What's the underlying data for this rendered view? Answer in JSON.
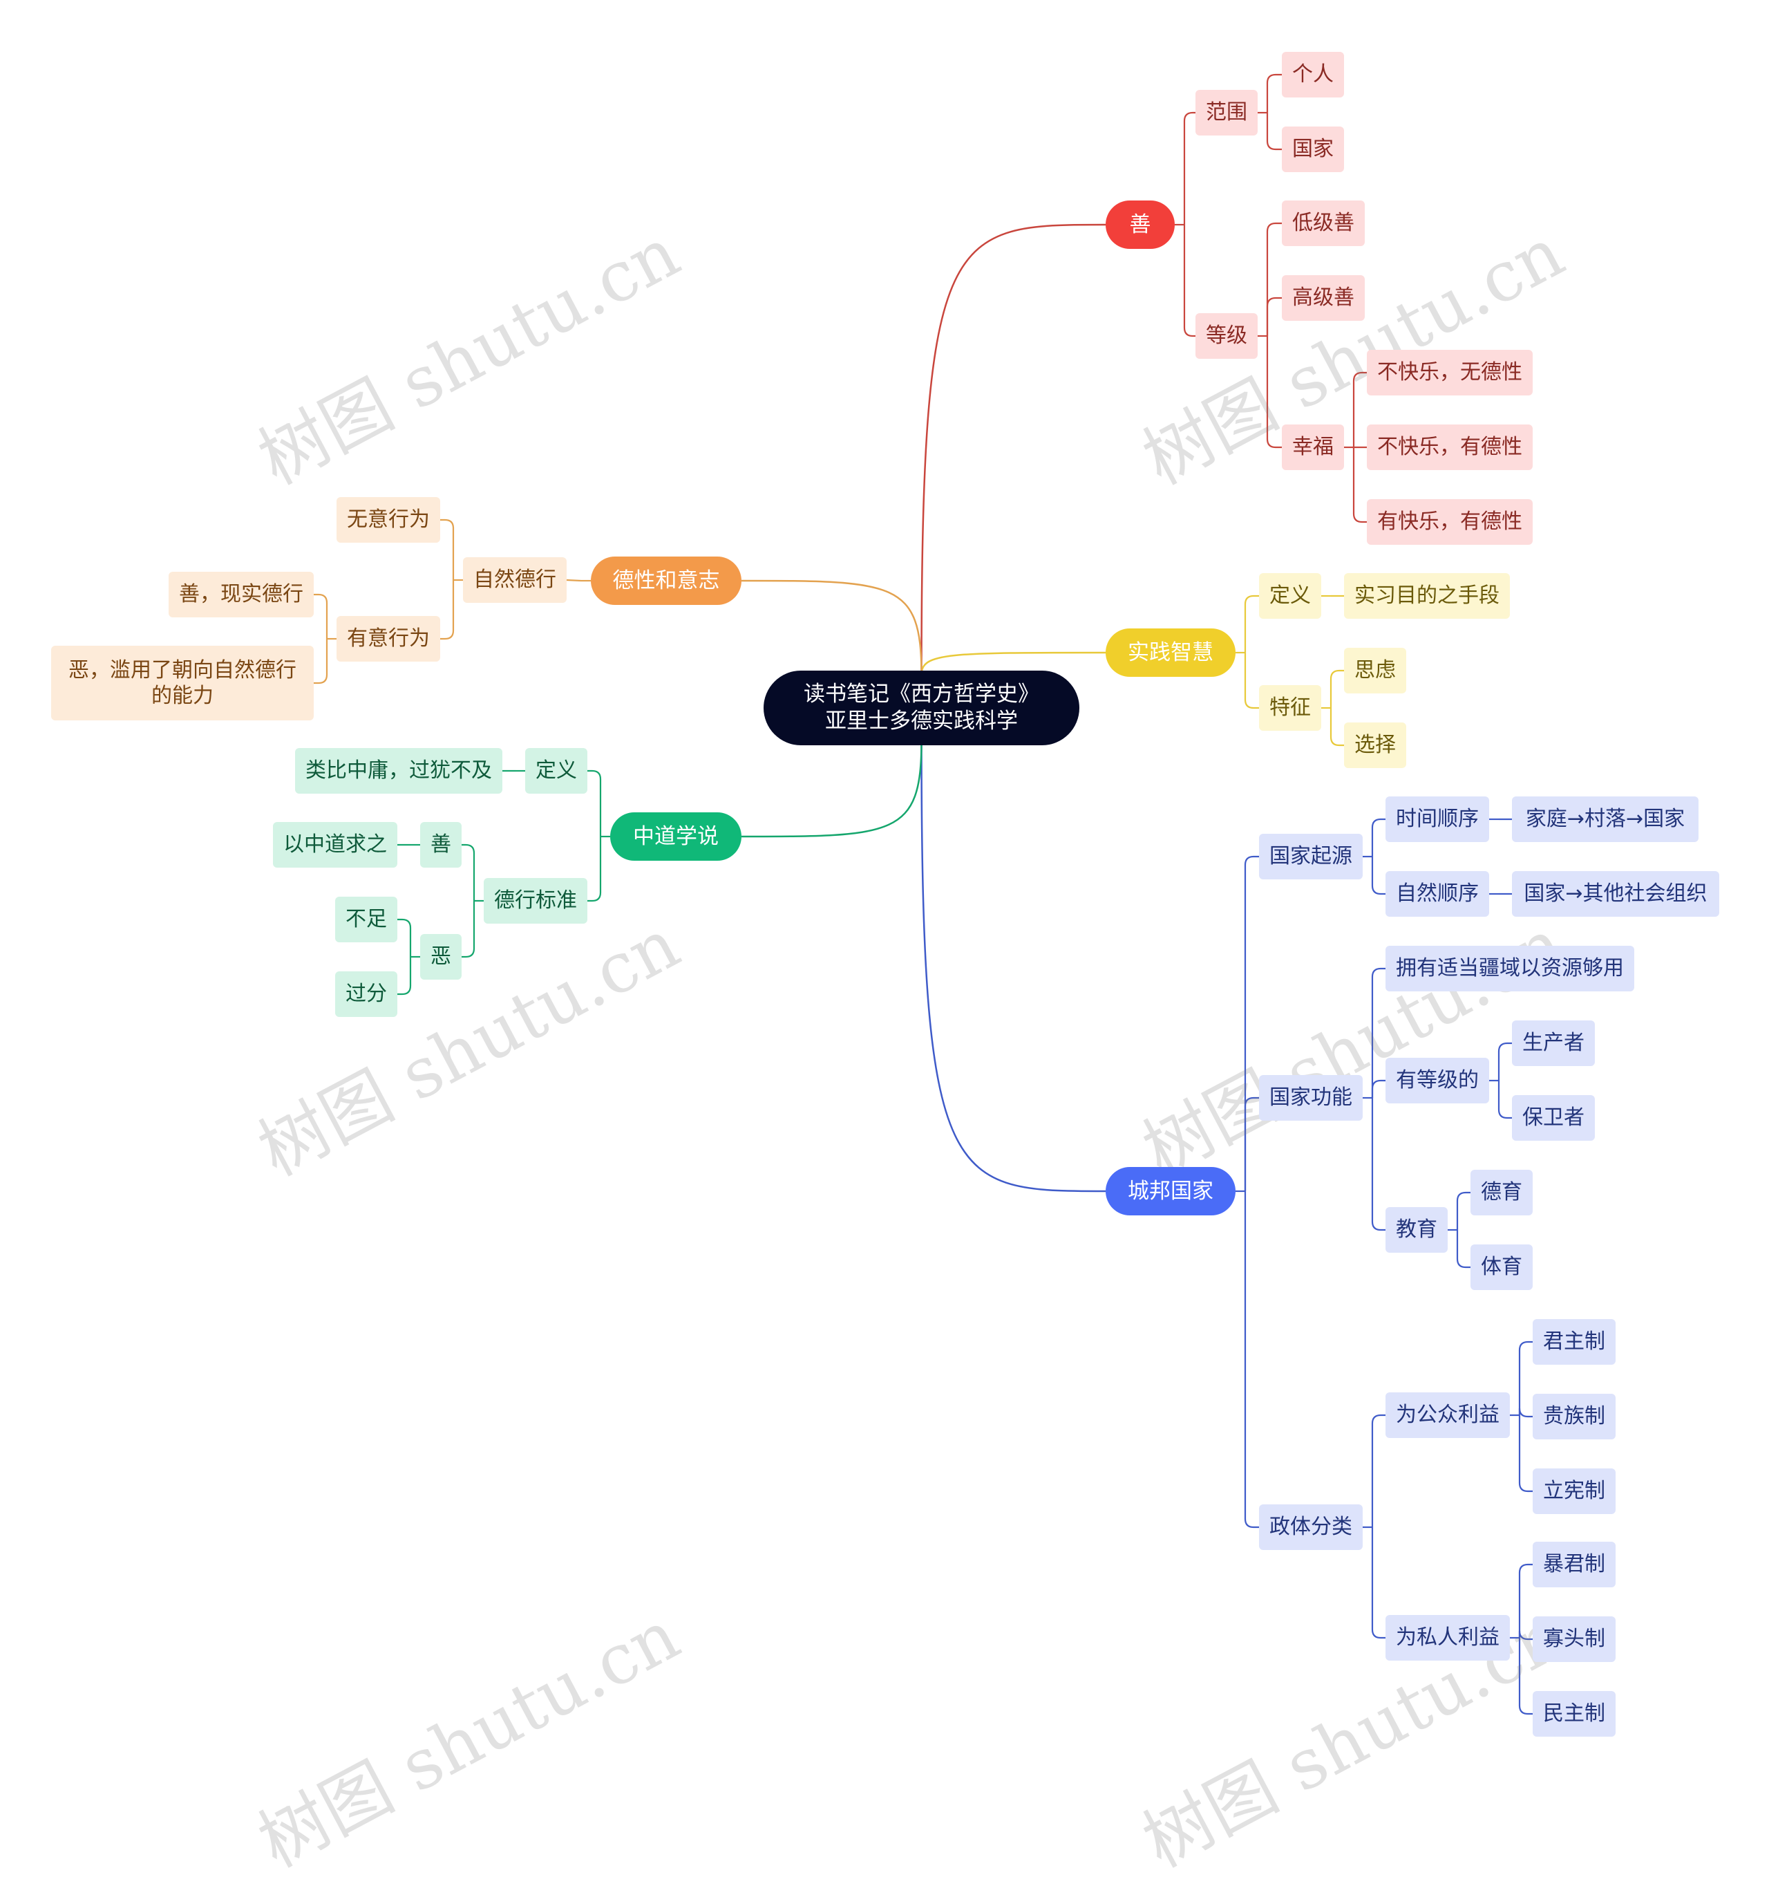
{
  "root": {
    "line1": "读书笔记《西方哲学史》",
    "line2": "亚里士多德实践科学"
  },
  "watermark": "树图 shutu.cn",
  "colors": {
    "shan": {
      "line": "#c9463d",
      "main_bg": "#f23f3a",
      "sub_bg": "#fddcdc",
      "sub_text": "#8a2a24"
    },
    "shijian": {
      "line": "#e8c93a",
      "main_bg": "#f0cf2b",
      "sub_bg": "#fdf6d0",
      "sub_text": "#6b5a0a"
    },
    "chengbang": {
      "line": "#3f5bc9",
      "main_bg": "#4a6cf7",
      "sub_bg": "#dde3fb",
      "sub_text": "#22347a"
    },
    "dexing": {
      "line": "#e3a24f",
      "main_bg": "#f39a4a",
      "sub_bg": "#fdebd9",
      "sub_text": "#7a4613"
    },
    "zhongdao": {
      "line": "#15a66d",
      "main_bg": "#10b878",
      "sub_bg": "#d3f3e5",
      "sub_text": "#0e5a3a"
    }
  },
  "branches": {
    "shan": {
      "label": "善",
      "fanwei": {
        "label": "范围",
        "geren": "个人",
        "guojia": "国家"
      },
      "dengji": {
        "label": "等级",
        "diji": "低级善",
        "gaoji": "高级善",
        "xingfu": {
          "label": "幸福",
          "a": "不快乐，无德性",
          "b": "不快乐，有德性",
          "c": "有快乐，有德性"
        }
      }
    },
    "shijian": {
      "label": "实践智慧",
      "dingyi": {
        "label": "定义",
        "value": "实习目的之手段"
      },
      "tezheng": {
        "label": "特征",
        "silv": "思虑",
        "xuanze": "选择"
      }
    },
    "chengbang": {
      "label": "城邦国家",
      "qiyuan": {
        "label": "国家起源",
        "shijian": {
          "label": "时间顺序",
          "value": "家庭→村落→国家"
        },
        "ziran": {
          "label": "自然顺序",
          "value": "国家→其他社会组织"
        }
      },
      "gongneng": {
        "label": "国家功能",
        "jiangyu": "拥有适当疆域以资源够用",
        "dengji": {
          "label": "有等级的",
          "shengchan": "生产者",
          "baowei": "保卫者"
        },
        "jiaoyu": {
          "label": "教育",
          "deyu": "德育",
          "tiyu": "体育"
        }
      },
      "zhengti": {
        "label": "政体分类",
        "gong": {
          "label": "为公众利益",
          "a": "君主制",
          "b": "贵族制",
          "c": "立宪制"
        },
        "si": {
          "label": "为私人利益",
          "a": "暴君制",
          "b": "寡头制",
          "c": "民主制"
        }
      }
    },
    "dexing": {
      "label": "德性和意志",
      "ziran": {
        "label": "自然德行",
        "wuyi": "无意行为",
        "youyi": {
          "label": "有意行为",
          "shan": "善，现实德行",
          "e": "恶，滥用了朝向自然德行的能力"
        }
      }
    },
    "zhongdao": {
      "label": "中道学说",
      "dingyi": {
        "label": "定义",
        "value": "类比中庸，过犹不及"
      },
      "biaozhun": {
        "label": "德行标准",
        "shan": {
          "label": "善",
          "value": "以中道求之"
        },
        "e": {
          "label": "恶",
          "buzu": "不足",
          "guofen": "过分"
        }
      }
    }
  }
}
